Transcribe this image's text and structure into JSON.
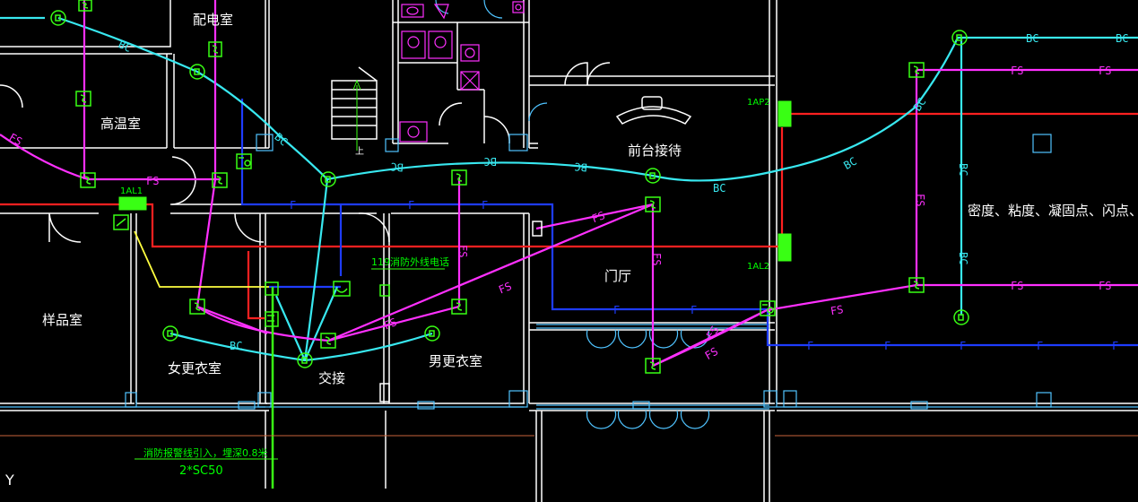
{
  "colors": {
    "wall": "#ffffff",
    "window": "#4fc3ff",
    "bc_wire": "#38e8f0",
    "fs_wire": "#ff30ff",
    "f_wire": "#1e3cff",
    "power": "#ff2020",
    "device": "#39ff14",
    "yellow_wire": "#ffff40",
    "grid_line": "#c8643c"
  },
  "rooms": {
    "power_room": "配电室",
    "high_temp": "高温室",
    "sample_room": "样品室",
    "womens_locker": "女更衣室",
    "handover": "交接",
    "mens_locker": "男更衣室",
    "reception": "前台接待",
    "lobby": "门厅",
    "test_items": "密度、粘度、凝固点、闪点、馏"
  },
  "wire_labels": {
    "bc": "BC",
    "fs": "FS",
    "f": "F"
  },
  "panels": {
    "ap2": "1AP2",
    "al1": "1AL1",
    "al2": "1AL2"
  },
  "notes": {
    "phone": "119消防外线电话",
    "fire_cable": "消防报警线引入，埋深0.8米",
    "conduit": "2*SC50",
    "axis_y": "Y",
    "stair_mark": "上"
  },
  "icons": {
    "smoke_detector": "smoke-detector-icon",
    "speaker": "speaker-icon",
    "sounder": "sounder-icon",
    "module": "module-icon"
  }
}
